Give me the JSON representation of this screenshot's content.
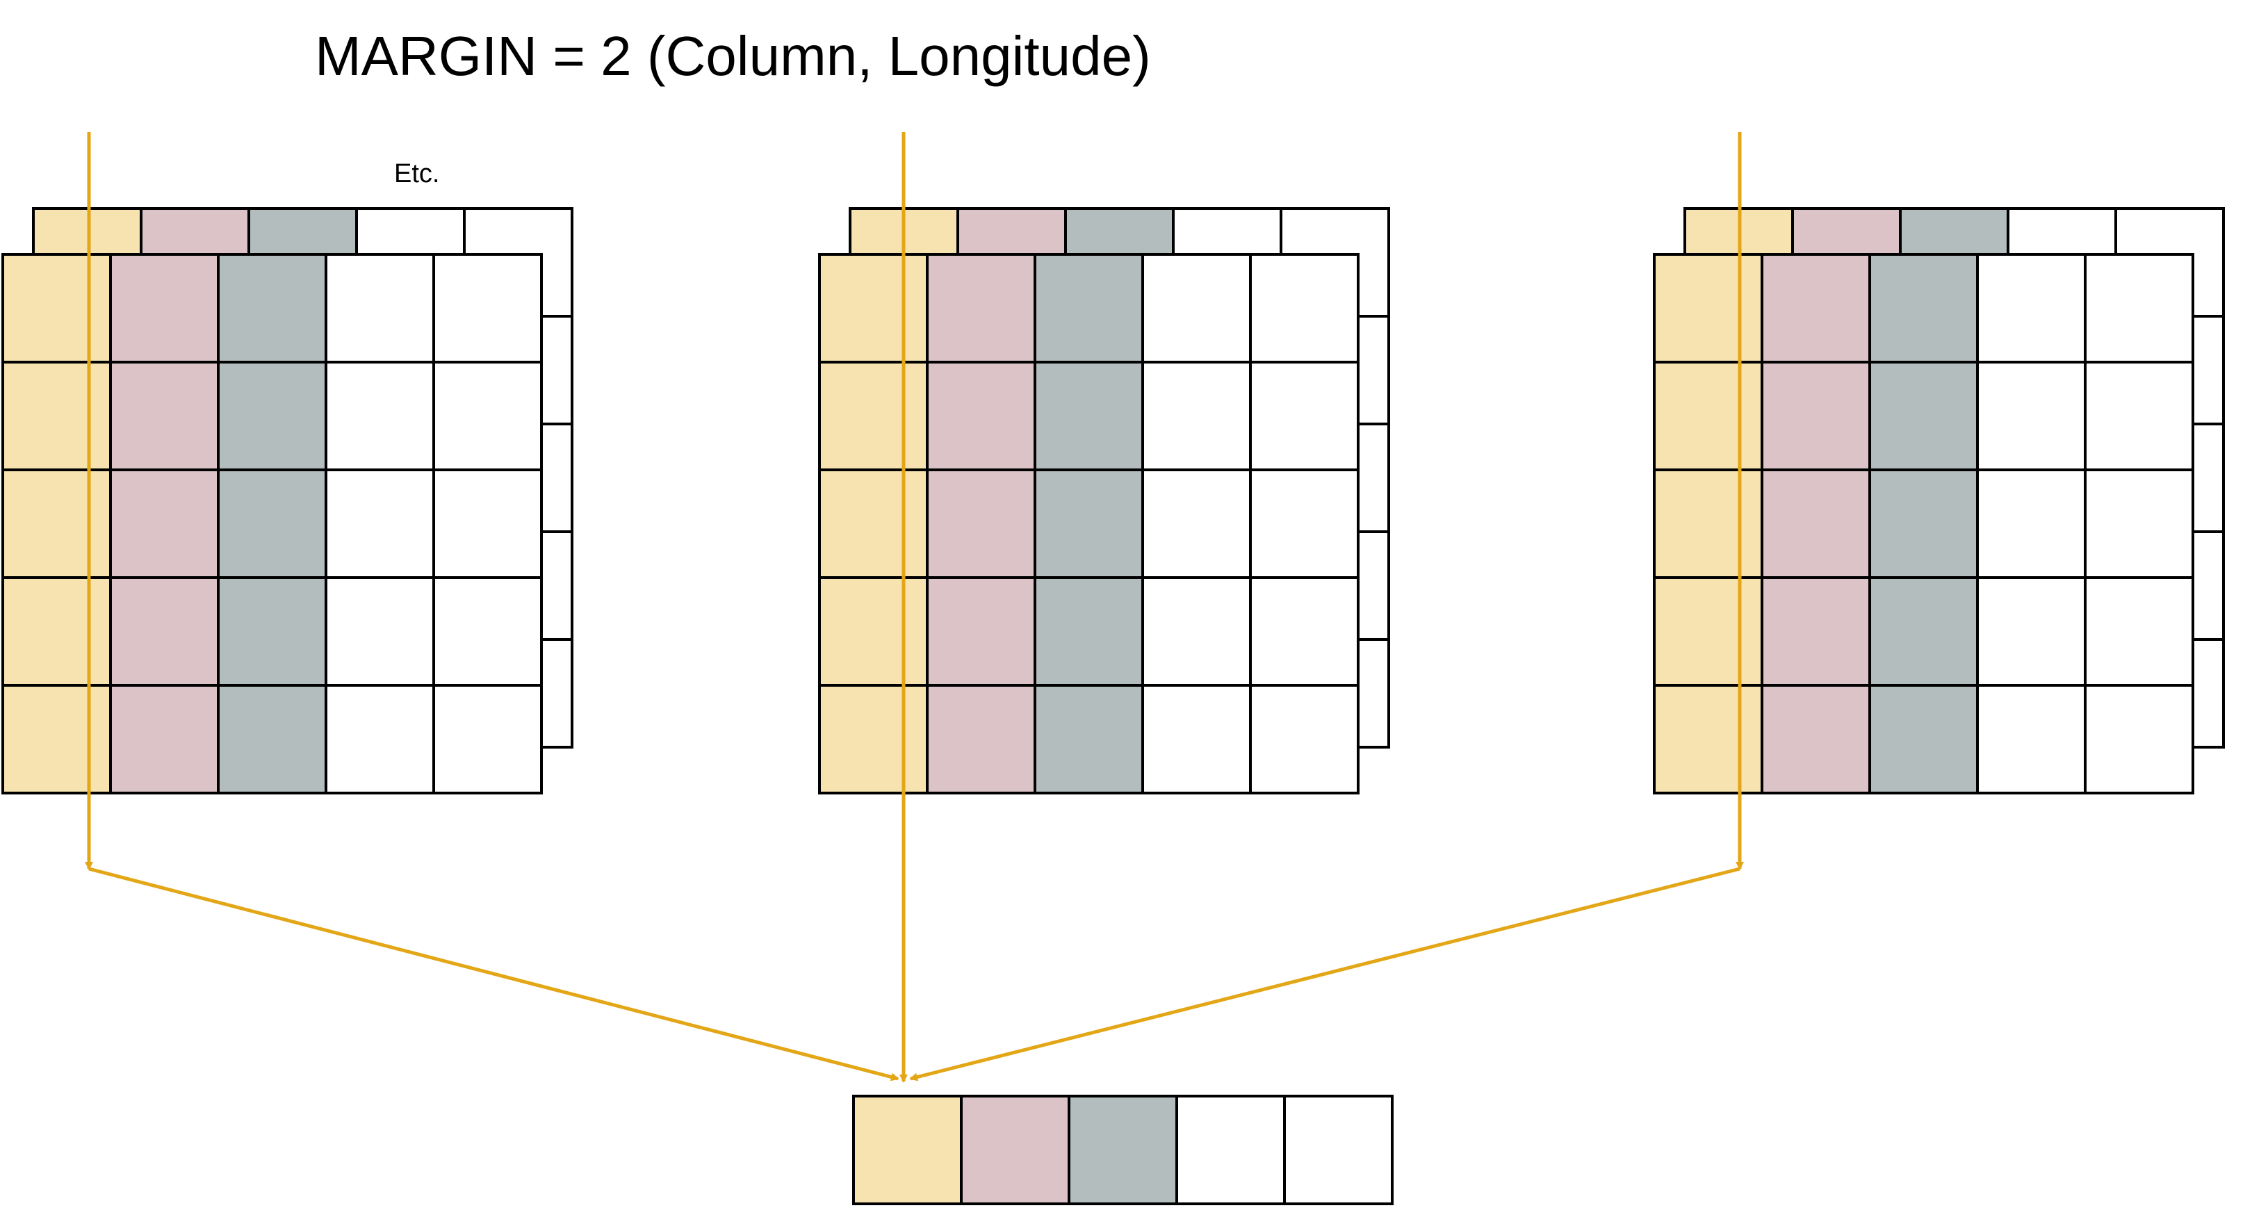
{
  "title": "MARGIN = 2 (Column, Longitude)",
  "etc_label": "Etc.",
  "colors": {
    "column_1": "#f6e3b0",
    "column_2": "#dcc3c7",
    "column_3": "#b3bdbe",
    "empty": "#ffffff",
    "arrow": "#e3a616",
    "grid_line": "#000000"
  },
  "matrix": {
    "rows": 5,
    "columns": 5,
    "highlighted_columns": 3,
    "layers": 2
  },
  "panels": [
    "matrix-1",
    "matrix-2",
    "matrix-3"
  ],
  "result_vector": {
    "cells": 5,
    "highlighted_cells": 3
  }
}
